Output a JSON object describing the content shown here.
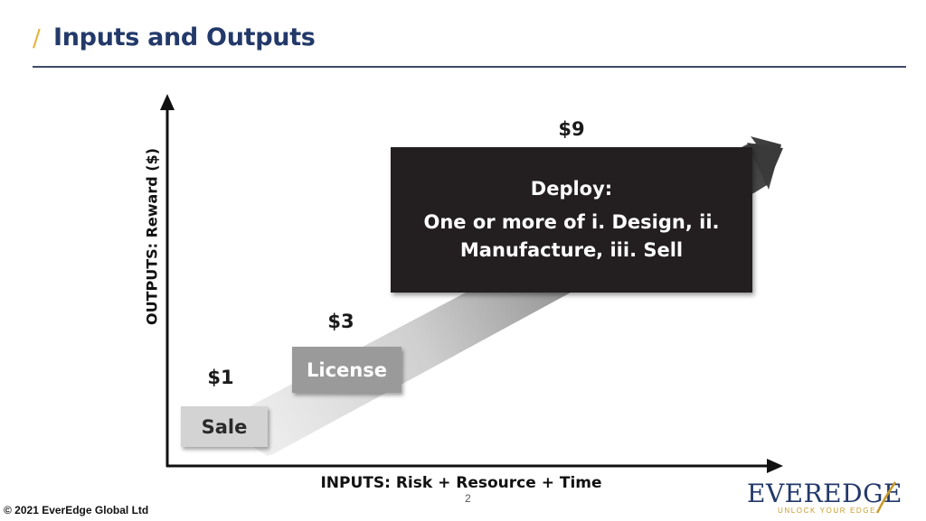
{
  "header": {
    "title": "Inputs and Outputs",
    "accent_color": "#e6b33a",
    "title_color": "#23396a"
  },
  "diagram": {
    "y_axis_label": "OUTPUTS: Reward ($)",
    "x_axis_label": "INPUTS: Risk + Resource + Time",
    "stages": [
      {
        "label": "Sale",
        "price": "$1",
        "color": "#d3d3d3"
      },
      {
        "label": "License",
        "price": "$3",
        "color": "#9a9a9a"
      },
      {
        "label_lines": [
          "Deploy:",
          "One or more of i. Design, ii.",
          "Manufacture, iii. Sell"
        ],
        "price": "$9",
        "color": "#231f20"
      }
    ]
  },
  "footer": {
    "copyright": "© 2021 EverEdge Global Ltd",
    "page_number": "2",
    "logo_text": "EVEREDGE",
    "logo_tagline": "UNLOCK YOUR EDGE"
  }
}
